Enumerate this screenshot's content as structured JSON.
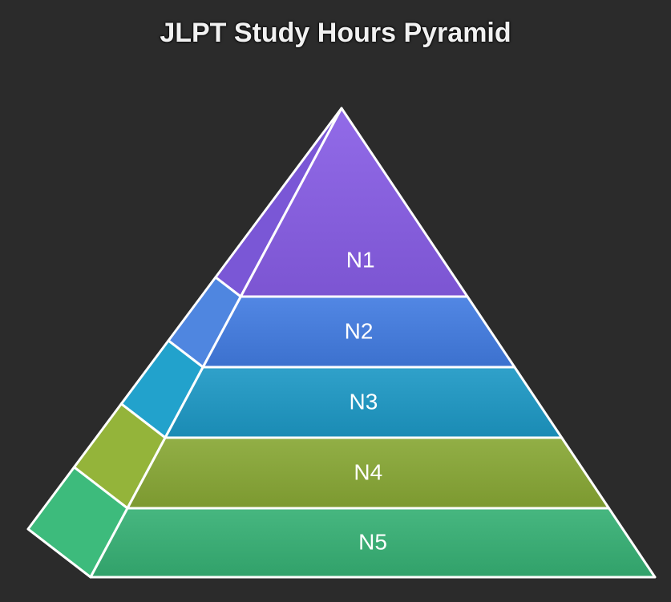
{
  "chart_data": {
    "type": "pyramid",
    "title": "JLPT Study Hours Pyramid",
    "levels": [
      {
        "label": "N1",
        "color": "#8a63e0",
        "side_color": "#7a57d6"
      },
      {
        "label": "N2",
        "color": "#4a7fdc",
        "side_color": "#4f86e0"
      },
      {
        "label": "N3",
        "color": "#2899c2",
        "side_color": "#22a2cc"
      },
      {
        "label": "N4",
        "color": "#8aa73e",
        "side_color": "#94b43a"
      },
      {
        "label": "N5",
        "color": "#3faf78",
        "side_color": "#3dbb7c"
      }
    ]
  }
}
